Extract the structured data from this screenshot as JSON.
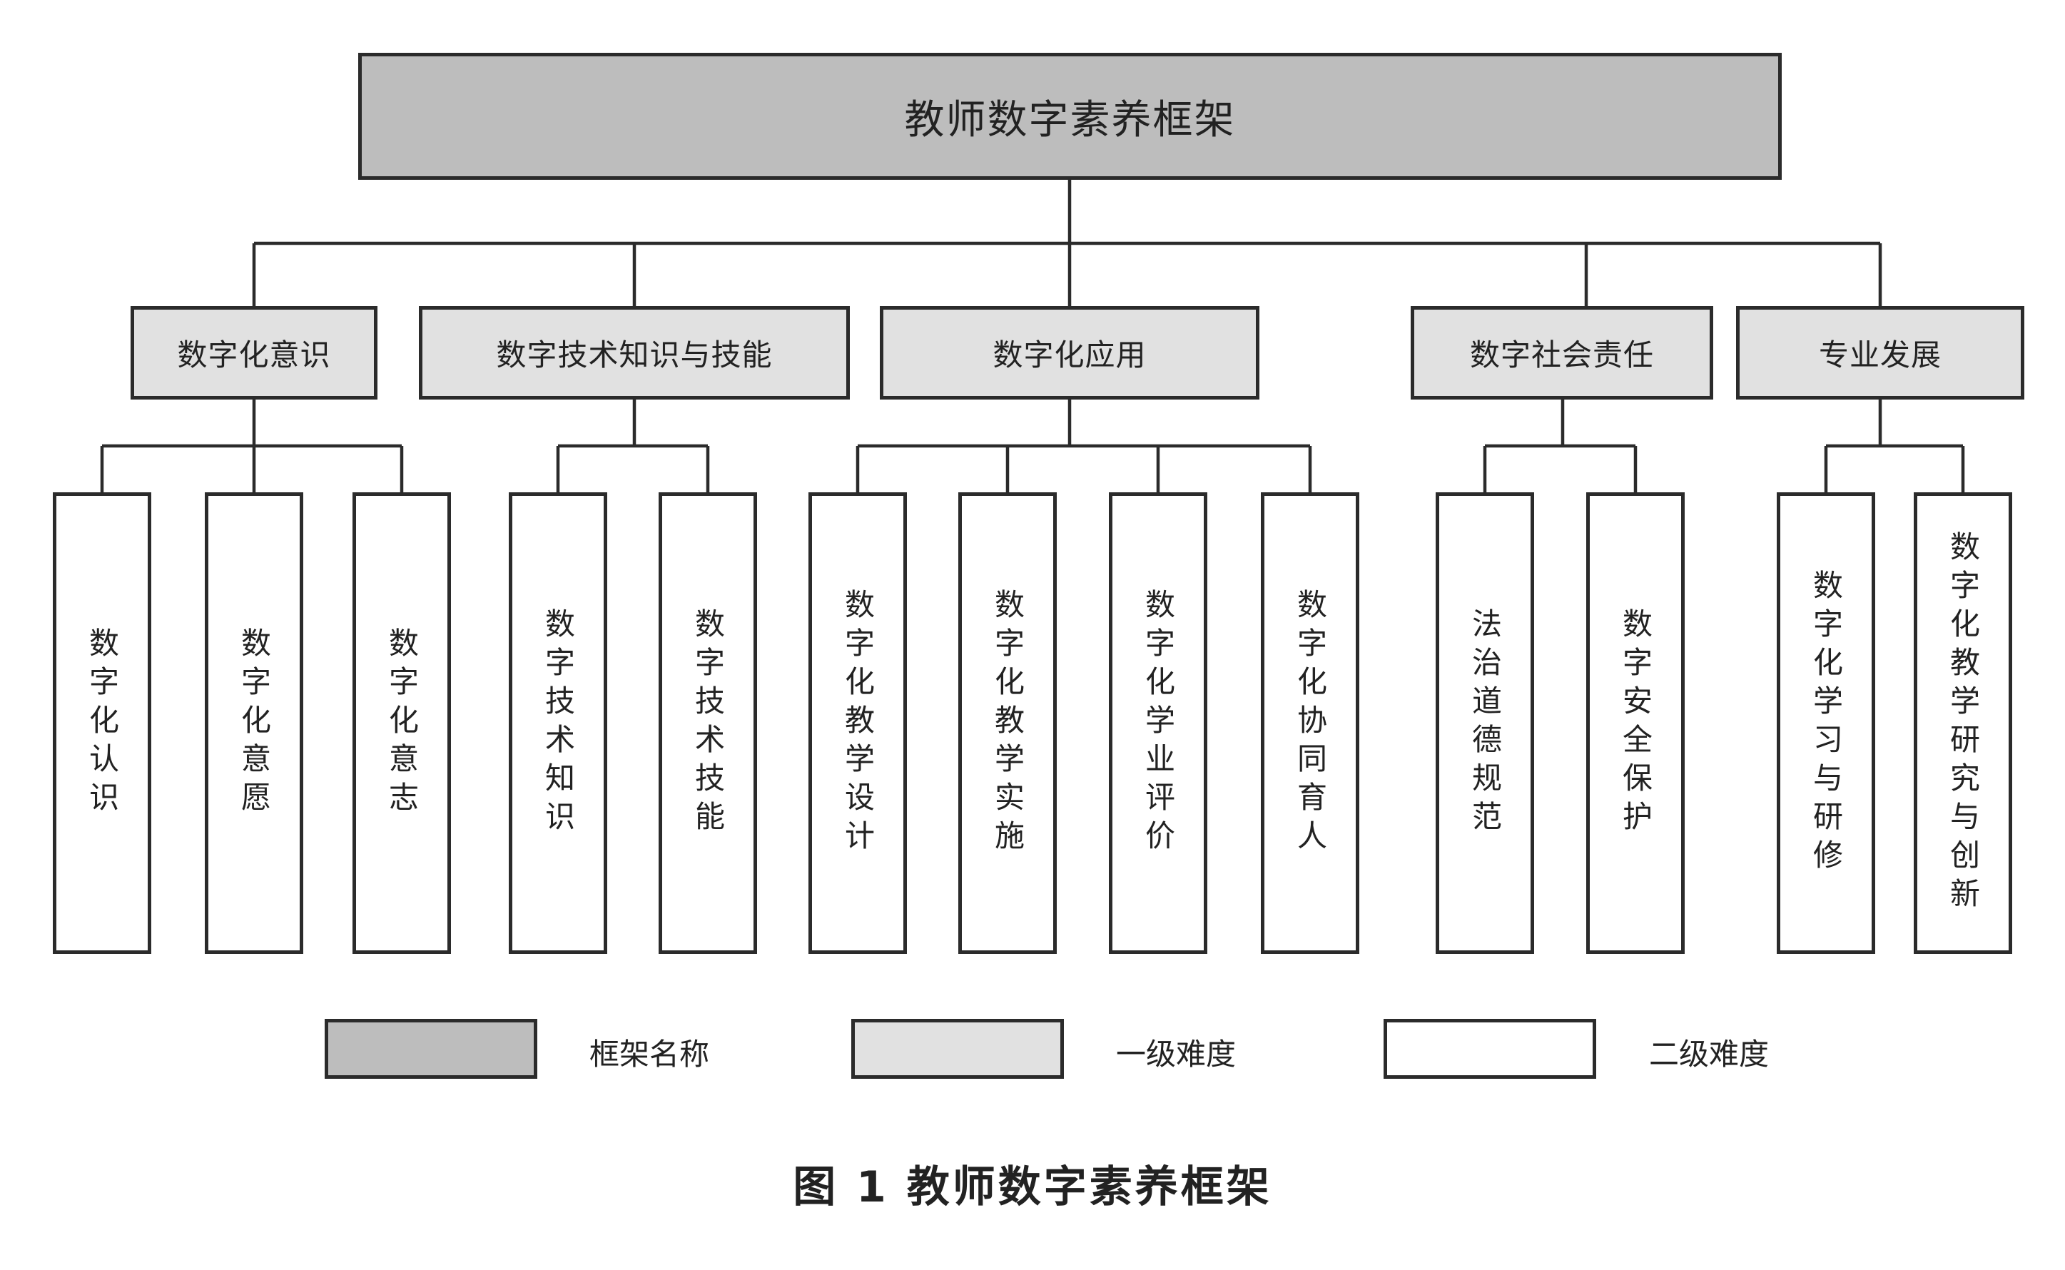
{
  "colors": {
    "root": "#bdbdbd",
    "level1": "#e1e1e1",
    "level2": "#ffffff",
    "border": "#2b2b2b"
  },
  "root": {
    "label": "教师数字素养框架"
  },
  "level1": [
    {
      "label": "数字化意识",
      "children": [
        "数字化认识",
        "数字化意愿",
        "数字化意志"
      ]
    },
    {
      "label": "数字技术知识与技能",
      "children": [
        "数字技术知识",
        "数字技术技能"
      ]
    },
    {
      "label": "数字化应用",
      "children": [
        "数字化教学设计",
        "数字化教学实施",
        "数字化学业评价",
        "数字化协同育人"
      ]
    },
    {
      "label": "数字社会责任",
      "children": [
        "法治道德规范",
        "数字安全保护"
      ]
    },
    {
      "label": "专业发展",
      "children": [
        "数字化学习与研修",
        "数字化教学研究与创新"
      ]
    }
  ],
  "legend": [
    {
      "label": "框架名称"
    },
    {
      "label": "一级难度"
    },
    {
      "label": "二级难度"
    }
  ],
  "caption": "图 1 教师数字素养框架"
}
